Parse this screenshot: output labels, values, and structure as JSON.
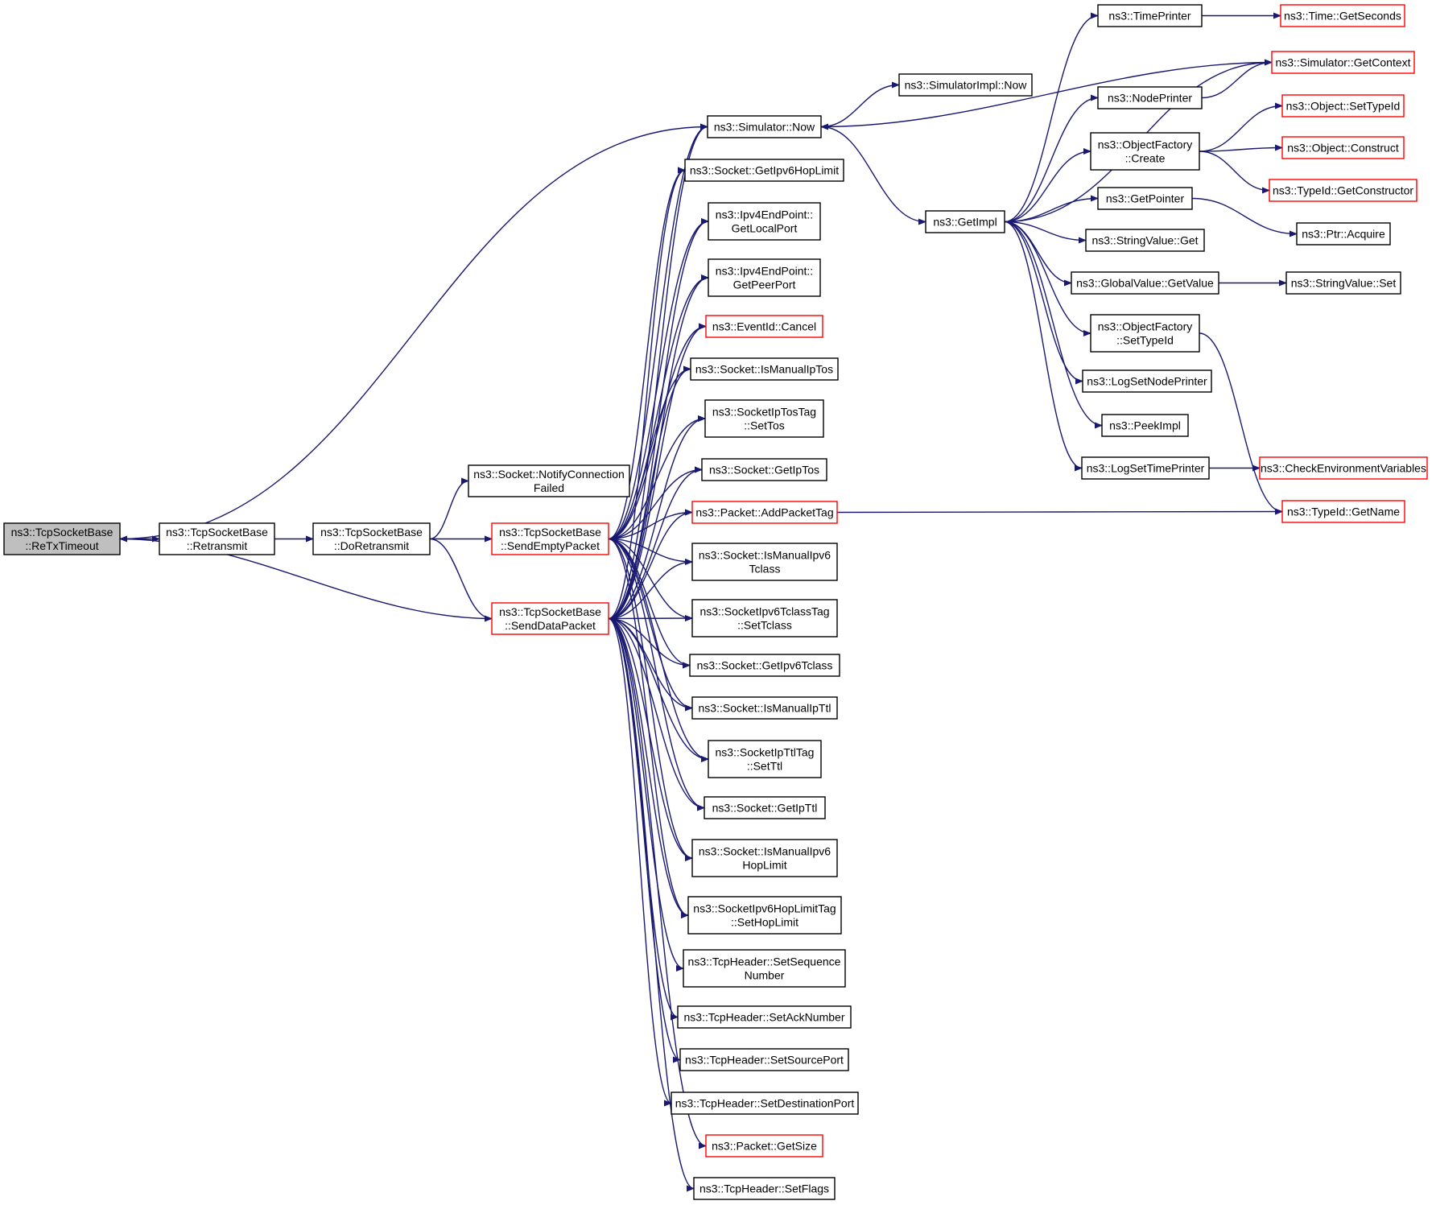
{
  "colors": {
    "edge": "#191970",
    "node_border": "#000000",
    "truncated_border": "#ff0000",
    "root_fill": "#bfbfbf",
    "background": "#ffffff"
  },
  "nodes": [
    {
      "id": "retx",
      "lines": [
        "ns3::TcpSocketBase",
        "::ReTxTimeout"
      ],
      "style": "root"
    },
    {
      "id": "retransmit",
      "lines": [
        "ns3::TcpSocketBase",
        "::Retransmit"
      ],
      "style": "normal"
    },
    {
      "id": "doretransmit",
      "lines": [
        "ns3::TcpSocketBase",
        "::DoRetransmit"
      ],
      "style": "normal"
    },
    {
      "id": "notify",
      "lines": [
        "ns3::Socket::NotifyConnection",
        "Failed"
      ],
      "style": "normal"
    },
    {
      "id": "sendempty",
      "lines": [
        "ns3::TcpSocketBase",
        "::SendEmptyPacket"
      ],
      "style": "red"
    },
    {
      "id": "senddata",
      "lines": [
        "ns3::TcpSocketBase",
        "::SendDataPacket"
      ],
      "style": "red"
    },
    {
      "id": "simnow",
      "lines": [
        "ns3::Simulator::Now"
      ],
      "style": "normal"
    },
    {
      "id": "hoplimit",
      "lines": [
        "ns3::Socket::GetIpv6HopLimit"
      ],
      "style": "normal"
    },
    {
      "id": "localport",
      "lines": [
        "ns3::Ipv4EndPoint::",
        "GetLocalPort"
      ],
      "style": "normal"
    },
    {
      "id": "peerport",
      "lines": [
        "ns3::Ipv4EndPoint::",
        "GetPeerPort"
      ],
      "style": "normal"
    },
    {
      "id": "cancel",
      "lines": [
        "ns3::EventId::Cancel"
      ],
      "style": "red"
    },
    {
      "id": "manualiptos",
      "lines": [
        "ns3::Socket::IsManualIpTos"
      ],
      "style": "normal"
    },
    {
      "id": "settos",
      "lines": [
        "ns3::SocketIpTosTag",
        "::SetTos"
      ],
      "style": "normal"
    },
    {
      "id": "getiptos",
      "lines": [
        "ns3::Socket::GetIpTos"
      ],
      "style": "normal"
    },
    {
      "id": "addtag",
      "lines": [
        "ns3::Packet::AddPacketTag"
      ],
      "style": "red"
    },
    {
      "id": "manualtclass",
      "lines": [
        "ns3::Socket::IsManualIpv6",
        "Tclass"
      ],
      "style": "normal"
    },
    {
      "id": "settclass",
      "lines": [
        "ns3::SocketIpv6TclassTag",
        "::SetTclass"
      ],
      "style": "normal"
    },
    {
      "id": "gettclass",
      "lines": [
        "ns3::Socket::GetIpv6Tclass"
      ],
      "style": "normal"
    },
    {
      "id": "manualipttl",
      "lines": [
        "ns3::Socket::IsManualIpTtl"
      ],
      "style": "normal"
    },
    {
      "id": "setttl",
      "lines": [
        "ns3::SocketIpTtlTag",
        "::SetTtl"
      ],
      "style": "normal"
    },
    {
      "id": "getipttl",
      "lines": [
        "ns3::Socket::GetIpTtl"
      ],
      "style": "normal"
    },
    {
      "id": "manualhop",
      "lines": [
        "ns3::Socket::IsManualIpv6",
        "HopLimit"
      ],
      "style": "normal"
    },
    {
      "id": "sethop",
      "lines": [
        "ns3::SocketIpv6HopLimitTag",
        "::SetHopLimit"
      ],
      "style": "normal"
    },
    {
      "id": "setseq",
      "lines": [
        "ns3::TcpHeader::SetSequence",
        "Number"
      ],
      "style": "normal"
    },
    {
      "id": "setack",
      "lines": [
        "ns3::TcpHeader::SetAckNumber"
      ],
      "style": "normal"
    },
    {
      "id": "setsrc",
      "lines": [
        "ns3::TcpHeader::SetSourcePort"
      ],
      "style": "normal"
    },
    {
      "id": "setdst",
      "lines": [
        "ns3::TcpHeader::SetDestinationPort"
      ],
      "style": "normal"
    },
    {
      "id": "getsize",
      "lines": [
        "ns3::Packet::GetSize"
      ],
      "style": "red"
    },
    {
      "id": "setflags",
      "lines": [
        "ns3::TcpHeader::SetFlags"
      ],
      "style": "normal"
    },
    {
      "id": "implnow",
      "lines": [
        "ns3::SimulatorImpl::Now"
      ],
      "style": "normal"
    },
    {
      "id": "getimpl",
      "lines": [
        "ns3::GetImpl"
      ],
      "style": "normal"
    },
    {
      "id": "timeprinter",
      "lines": [
        "ns3::TimePrinter"
      ],
      "style": "normal"
    },
    {
      "id": "nodeprinter",
      "lines": [
        "ns3::NodePrinter"
      ],
      "style": "normal"
    },
    {
      "id": "ofcreate",
      "lines": [
        "ns3::ObjectFactory",
        "::Create"
      ],
      "style": "normal"
    },
    {
      "id": "getpointer",
      "lines": [
        "ns3::GetPointer"
      ],
      "style": "normal"
    },
    {
      "id": "strget",
      "lines": [
        "ns3::StringValue::Get"
      ],
      "style": "normal"
    },
    {
      "id": "gvget",
      "lines": [
        "ns3::GlobalValue::GetValue"
      ],
      "style": "normal"
    },
    {
      "id": "ofsettype",
      "lines": [
        "ns3::ObjectFactory",
        "::SetTypeId"
      ],
      "style": "normal"
    },
    {
      "id": "lognode",
      "lines": [
        "ns3::LogSetNodePrinter"
      ],
      "style": "normal"
    },
    {
      "id": "peekimpl",
      "lines": [
        "ns3::PeekImpl"
      ],
      "style": "normal"
    },
    {
      "id": "logtime",
      "lines": [
        "ns3::LogSetTimePrinter"
      ],
      "style": "normal"
    },
    {
      "id": "getseconds",
      "lines": [
        "ns3::Time::GetSeconds"
      ],
      "style": "red"
    },
    {
      "id": "getcontext",
      "lines": [
        "ns3::Simulator::GetContext"
      ],
      "style": "red"
    },
    {
      "id": "objsettype",
      "lines": [
        "ns3::Object::SetTypeId"
      ],
      "style": "red"
    },
    {
      "id": "construct",
      "lines": [
        "ns3::Object::Construct"
      ],
      "style": "red"
    },
    {
      "id": "getctor",
      "lines": [
        "ns3::TypeId::GetConstructor"
      ],
      "style": "red"
    },
    {
      "id": "acquire",
      "lines": [
        "ns3::Ptr::Acquire"
      ],
      "style": "normal"
    },
    {
      "id": "strset",
      "lines": [
        "ns3::StringValue::Set"
      ],
      "style": "normal"
    },
    {
      "id": "checkenv",
      "lines": [
        "ns3::CheckEnvironmentVariables"
      ],
      "style": "red"
    },
    {
      "id": "getname",
      "lines": [
        "ns3::TypeId::GetName"
      ],
      "style": "red"
    }
  ],
  "edges": [
    [
      "retx",
      "retransmit"
    ],
    [
      "retx",
      "simnow"
    ],
    [
      "retransmit",
      "doretransmit"
    ],
    [
      "doretransmit",
      "notify"
    ],
    [
      "doretransmit",
      "sendempty"
    ],
    [
      "doretransmit",
      "senddata"
    ],
    [
      "senddata",
      "retx"
    ],
    [
      "sendempty",
      "simnow"
    ],
    [
      "sendempty",
      "hoplimit"
    ],
    [
      "sendempty",
      "localport"
    ],
    [
      "sendempty",
      "peerport"
    ],
    [
      "sendempty",
      "cancel"
    ],
    [
      "sendempty",
      "manualiptos"
    ],
    [
      "sendempty",
      "settos"
    ],
    [
      "sendempty",
      "getiptos"
    ],
    [
      "sendempty",
      "addtag"
    ],
    [
      "sendempty",
      "manualtclass"
    ],
    [
      "sendempty",
      "settclass"
    ],
    [
      "sendempty",
      "gettclass"
    ],
    [
      "sendempty",
      "manualipttl"
    ],
    [
      "sendempty",
      "setttl"
    ],
    [
      "sendempty",
      "getipttl"
    ],
    [
      "sendempty",
      "manualhop"
    ],
    [
      "sendempty",
      "sethop"
    ],
    [
      "senddata",
      "simnow"
    ],
    [
      "senddata",
      "hoplimit"
    ],
    [
      "senddata",
      "localport"
    ],
    [
      "senddata",
      "peerport"
    ],
    [
      "senddata",
      "cancel"
    ],
    [
      "senddata",
      "manualiptos"
    ],
    [
      "senddata",
      "settos"
    ],
    [
      "senddata",
      "getiptos"
    ],
    [
      "senddata",
      "addtag"
    ],
    [
      "senddata",
      "manualtclass"
    ],
    [
      "senddata",
      "settclass"
    ],
    [
      "senddata",
      "gettclass"
    ],
    [
      "senddata",
      "manualipttl"
    ],
    [
      "senddata",
      "setttl"
    ],
    [
      "senddata",
      "getipttl"
    ],
    [
      "senddata",
      "manualhop"
    ],
    [
      "senddata",
      "sethop"
    ],
    [
      "senddata",
      "setseq"
    ],
    [
      "senddata",
      "setack"
    ],
    [
      "senddata",
      "setsrc"
    ],
    [
      "senddata",
      "setdst"
    ],
    [
      "senddata",
      "getsize"
    ],
    [
      "senddata",
      "setflags"
    ],
    [
      "simnow",
      "implnow"
    ],
    [
      "simnow",
      "getimpl"
    ],
    [
      "getcontext",
      "simnow"
    ],
    [
      "getimpl",
      "timeprinter"
    ],
    [
      "getimpl",
      "nodeprinter"
    ],
    [
      "getimpl",
      "ofcreate"
    ],
    [
      "getimpl",
      "getpointer"
    ],
    [
      "getimpl",
      "strget"
    ],
    [
      "getimpl",
      "gvget"
    ],
    [
      "getimpl",
      "ofsettype"
    ],
    [
      "getimpl",
      "lognode"
    ],
    [
      "getimpl",
      "peekimpl"
    ],
    [
      "getimpl",
      "logtime"
    ],
    [
      "getimpl",
      "getcontext"
    ],
    [
      "timeprinter",
      "getseconds"
    ],
    [
      "nodeprinter",
      "getcontext"
    ],
    [
      "ofcreate",
      "objsettype"
    ],
    [
      "ofcreate",
      "construct"
    ],
    [
      "ofcreate",
      "getctor"
    ],
    [
      "getpointer",
      "acquire"
    ],
    [
      "gvget",
      "strset"
    ],
    [
      "ofsettype",
      "getname"
    ],
    [
      "logtime",
      "checkenv"
    ],
    [
      "addtag",
      "getname"
    ]
  ]
}
